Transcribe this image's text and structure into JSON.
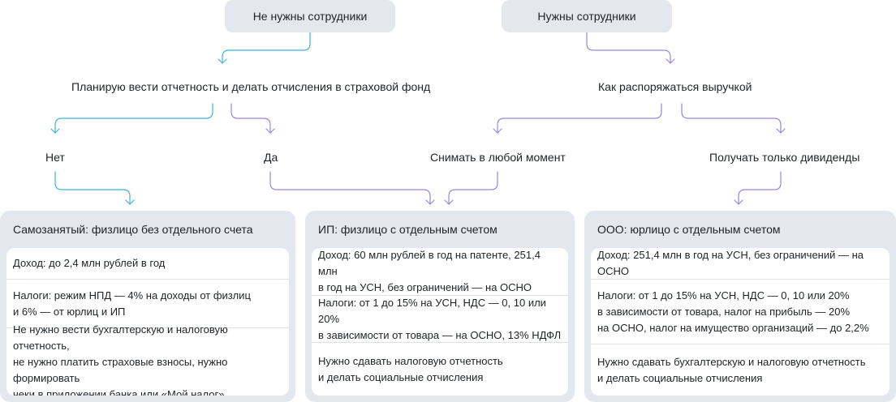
{
  "colors": {
    "blue_edge": "#3fb4d8",
    "purple_edge": "#9a86de",
    "node_bg": "#e4e7ed",
    "cell_bg": "#ffffff"
  },
  "nodes": {
    "no_staff": "Не нужны сотрудники",
    "need_staff": "Нужны сотрудники",
    "plan_reporting": "Планирую вести отчетность и делать отчисления в страховой фонд",
    "manage_revenue": "Как распоряжаться выручкой",
    "no": "Нет",
    "yes": "Да",
    "withdraw_anytime": "Снимать в любой момент",
    "dividends_only": "Получать только дивиденды"
  },
  "cards": [
    {
      "title": "Самозанятый: физлицо без отдельного счета",
      "rows": [
        "Доход: до 2,4 млн рублей в год",
        "Налоги: режим НПД — 4% на доходы от физлиц\nи 6% — от юрлиц и ИП",
        "Не нужно вести бухгалтерскую и налоговую отчетность,\nне нужно платить страховые взносы, нужно формировать\nчеки в приложении банка или «Мой налог»"
      ]
    },
    {
      "title": "ИП: физлицо с отдельным счетом",
      "rows": [
        "Доход: 60 млн рублей в год на патенте, 251,4 млн\nв год на УСН, без ограничений — на ОСНО",
        "Налоги: от 1 до 15% на УСН, НДС — 0, 10 или 20%\nв зависимости от товара — на ОСНО, 13% НДФЛ",
        "Нужно сдавать налоговую отчетность\nи делать социальные отчисления"
      ]
    },
    {
      "title": "ООО: юрлицо с отдельным счетом",
      "rows": [
        "Доход: 251,4 млн в год на УСН, без ограничений — на ОСНО",
        "Налоги: от 1 до 15% на УСН, НДС  — 0, 10 или 20%\nв зависимости от товара, налог на прибыль — 20%\nна ОСНО, налог на имущество организаций — до 2,2%",
        "Нужно сдавать бухгалтерскую и налоговую отчетность\nи делать социальные отчисления"
      ]
    }
  ]
}
